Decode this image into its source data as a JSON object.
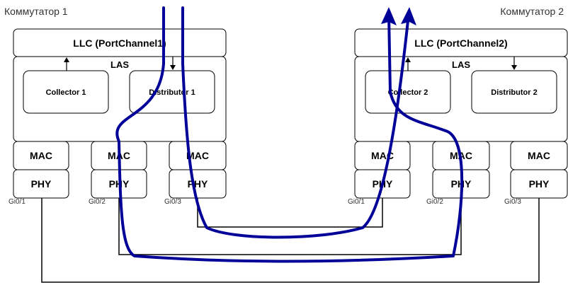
{
  "switches": [
    {
      "title": "Коммутатор 1",
      "llc": "LLC (PortChannel1)",
      "las": "LAS",
      "collector": "Collector 1",
      "distributor": "Distributor 1",
      "mac_label": "MAC",
      "phy_label": "PHY",
      "ports": [
        "Gi0/1",
        "Gi0/2",
        "Gi0/3"
      ]
    },
    {
      "title": "Коммутатор 2",
      "llc": "LLC (PortChannel2)",
      "las": "LAS",
      "collector": "Collector 2",
      "distributor": "Distributor 2",
      "mac_label": "MAC",
      "phy_label": "PHY",
      "ports": [
        "Gi0/1",
        "Gi0/2",
        "Gi0/3"
      ]
    }
  ],
  "colors": {
    "flow": "#000099",
    "stroke": "#000000",
    "title_text": "#333333"
  }
}
